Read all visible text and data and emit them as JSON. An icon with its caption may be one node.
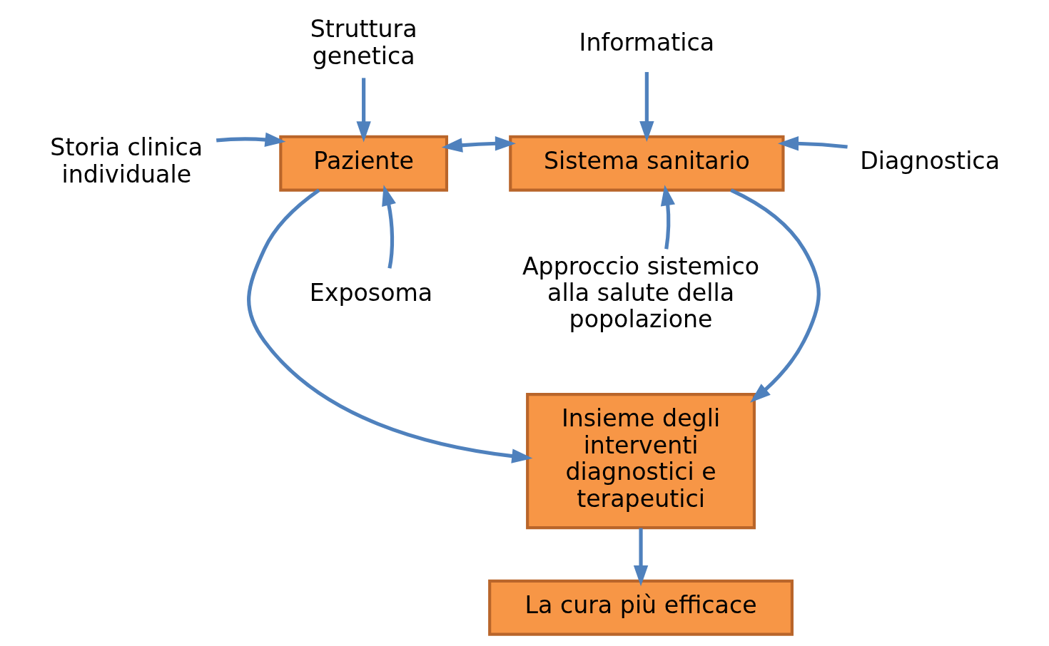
{
  "diagram": {
    "nodes": [
      {
        "text": [
          "Struttura genetica"
        ]
      },
      {
        "text": [
          "Informatica"
        ]
      },
      {
        "text": [
          "Storia clinica individuale"
        ]
      },
      {
        "text": [
          "Paziente"
        ]
      },
      {
        "text": [
          "Sistema sanitario"
        ]
      },
      {
        "text": [
          "Diagnostica"
        ]
      },
      {
        "text": [
          "Exposoma"
        ]
      },
      {
        "text": [
          "Approccio sistemico alla salute della popolazione"
        ]
      },
      {
        "text": [
          "Insieme degli interventi diagnostici e terapeutici"
        ]
      },
      {
        "text": [
          "La cura più efficace"
        ]
      }
    ],
    "edges": [
      {
        "from": 0,
        "to": 3,
        "arrow": "to"
      },
      {
        "from": 1,
        "to": 4,
        "arrow": "to"
      },
      {
        "from": 2,
        "to": 3,
        "arrow": "to"
      },
      {
        "from": 5,
        "to": 4,
        "arrow": "to"
      },
      {
        "from": 6,
        "to": 3,
        "arrow": "to"
      },
      {
        "from": 7,
        "to": 4,
        "arrow": "to"
      },
      {
        "from": 3,
        "to": 4,
        "arrow": "both"
      },
      {
        "from": 3,
        "to": 8,
        "arrow": "to"
      },
      {
        "from": 4,
        "to": 8,
        "arrow": "to"
      },
      {
        "from": 8,
        "to": 9,
        "arrow": "to"
      }
    ]
  }
}
